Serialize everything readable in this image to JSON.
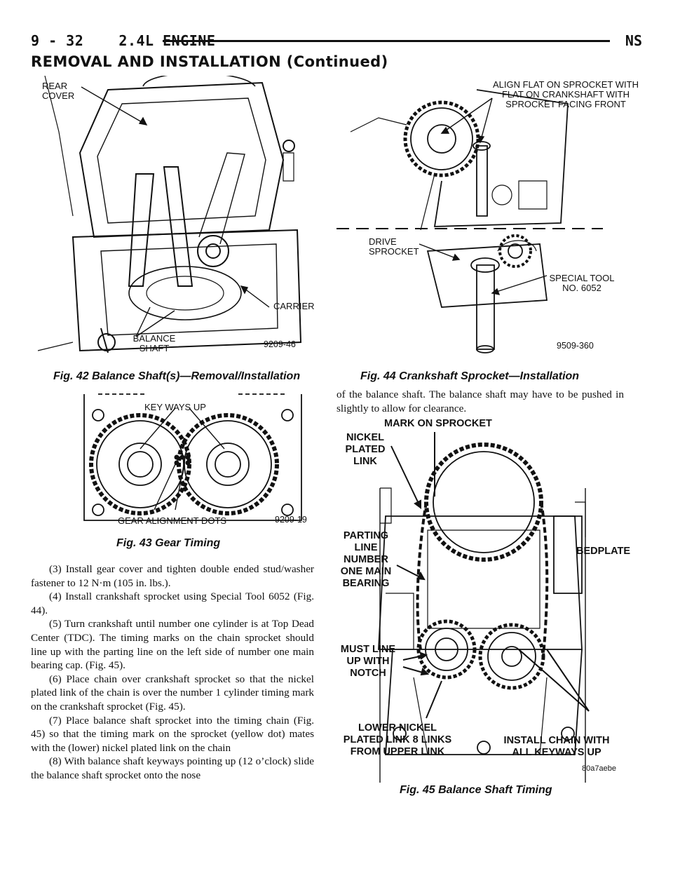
{
  "header": {
    "page_section": "9 - 32    2.4L ENGINE",
    "model_code": "NS"
  },
  "section_title": "REMOVAL AND INSTALLATION (Continued)",
  "figures": {
    "fig42": {
      "caption": "Fig. 42 Balance Shaft(s)—Removal/Installation",
      "number": "9209-46",
      "callouts": {
        "rear_cover": "REAR COVER",
        "carrier": "CARRIER",
        "balance_shaft": "BALANCE SHAFT"
      }
    },
    "fig43": {
      "caption": "Fig. 43 Gear Timing",
      "number": "9209-19",
      "callouts": {
        "keyways_up": "KEY WAYS UP",
        "gear_alignment_dots": "GEAR ALIGNMENT DOTS"
      }
    },
    "fig44": {
      "caption": "Fig. 44 Crankshaft Sprocket—Installation",
      "number": "9509-360",
      "callouts": {
        "align_flat": "ALIGN FLAT ON SPROCKET WITH FLAT ON CRANKSHAFT WITH SPROCKET FACING FRONT",
        "drive_sprocket": "DRIVE SPROCKET",
        "special_tool": "SPECIAL TOOL NO. 6052"
      }
    },
    "fig45": {
      "caption": "Fig. 45 Balance Shaft Timing",
      "number": "80a7aebe",
      "callouts": {
        "mark_on_sprocket": "MARK ON SPROCKET",
        "nickel_plated_link": "NICKEL PLATED LINK",
        "parting_line": "PARTING LINE NUMBER ONE MAIN BEARING",
        "bedplate": "BEDPLATE",
        "must_line_up": "MUST LINE UP WITH NOTCH",
        "lower_nickel": "LOWER NICKEL PLATED LINK 8 LINKS FROM UPPER LINK",
        "install_chain": "INSTALL CHAIN WITH ALL KEYWAYS UP"
      }
    }
  },
  "body": {
    "steps": [
      "(3) Install gear cover and tighten double ended stud/washer fastener to 12 N·m (105 in. lbs.).",
      "(4) Install crankshaft sprocket using Special Tool 6052 (Fig. 44).",
      "(5) Turn crankshaft until number one cylinder is at Top Dead Center (TDC). The timing marks on the chain sprocket should line up with the parting line on the left side of number one main bearing cap. (Fig. 45).",
      "(6) Place chain over crankshaft sprocket so that the nickel plated link of the chain is over the number 1 cylinder timing mark on the crankshaft sprocket (Fig. 45).",
      "(7) Place balance shaft sprocket into the timing chain (Fig. 45) so that the timing mark on the sprocket (yellow dot) mates with the (lower) nickel plated link on the chain",
      "(8) With balance shaft keyways pointing up (12 o’clock) slide the balance shaft sprocket onto the nose"
    ],
    "continued": "of the balance shaft. The balance shaft may have to be pushed in slightly to allow for clearance."
  }
}
